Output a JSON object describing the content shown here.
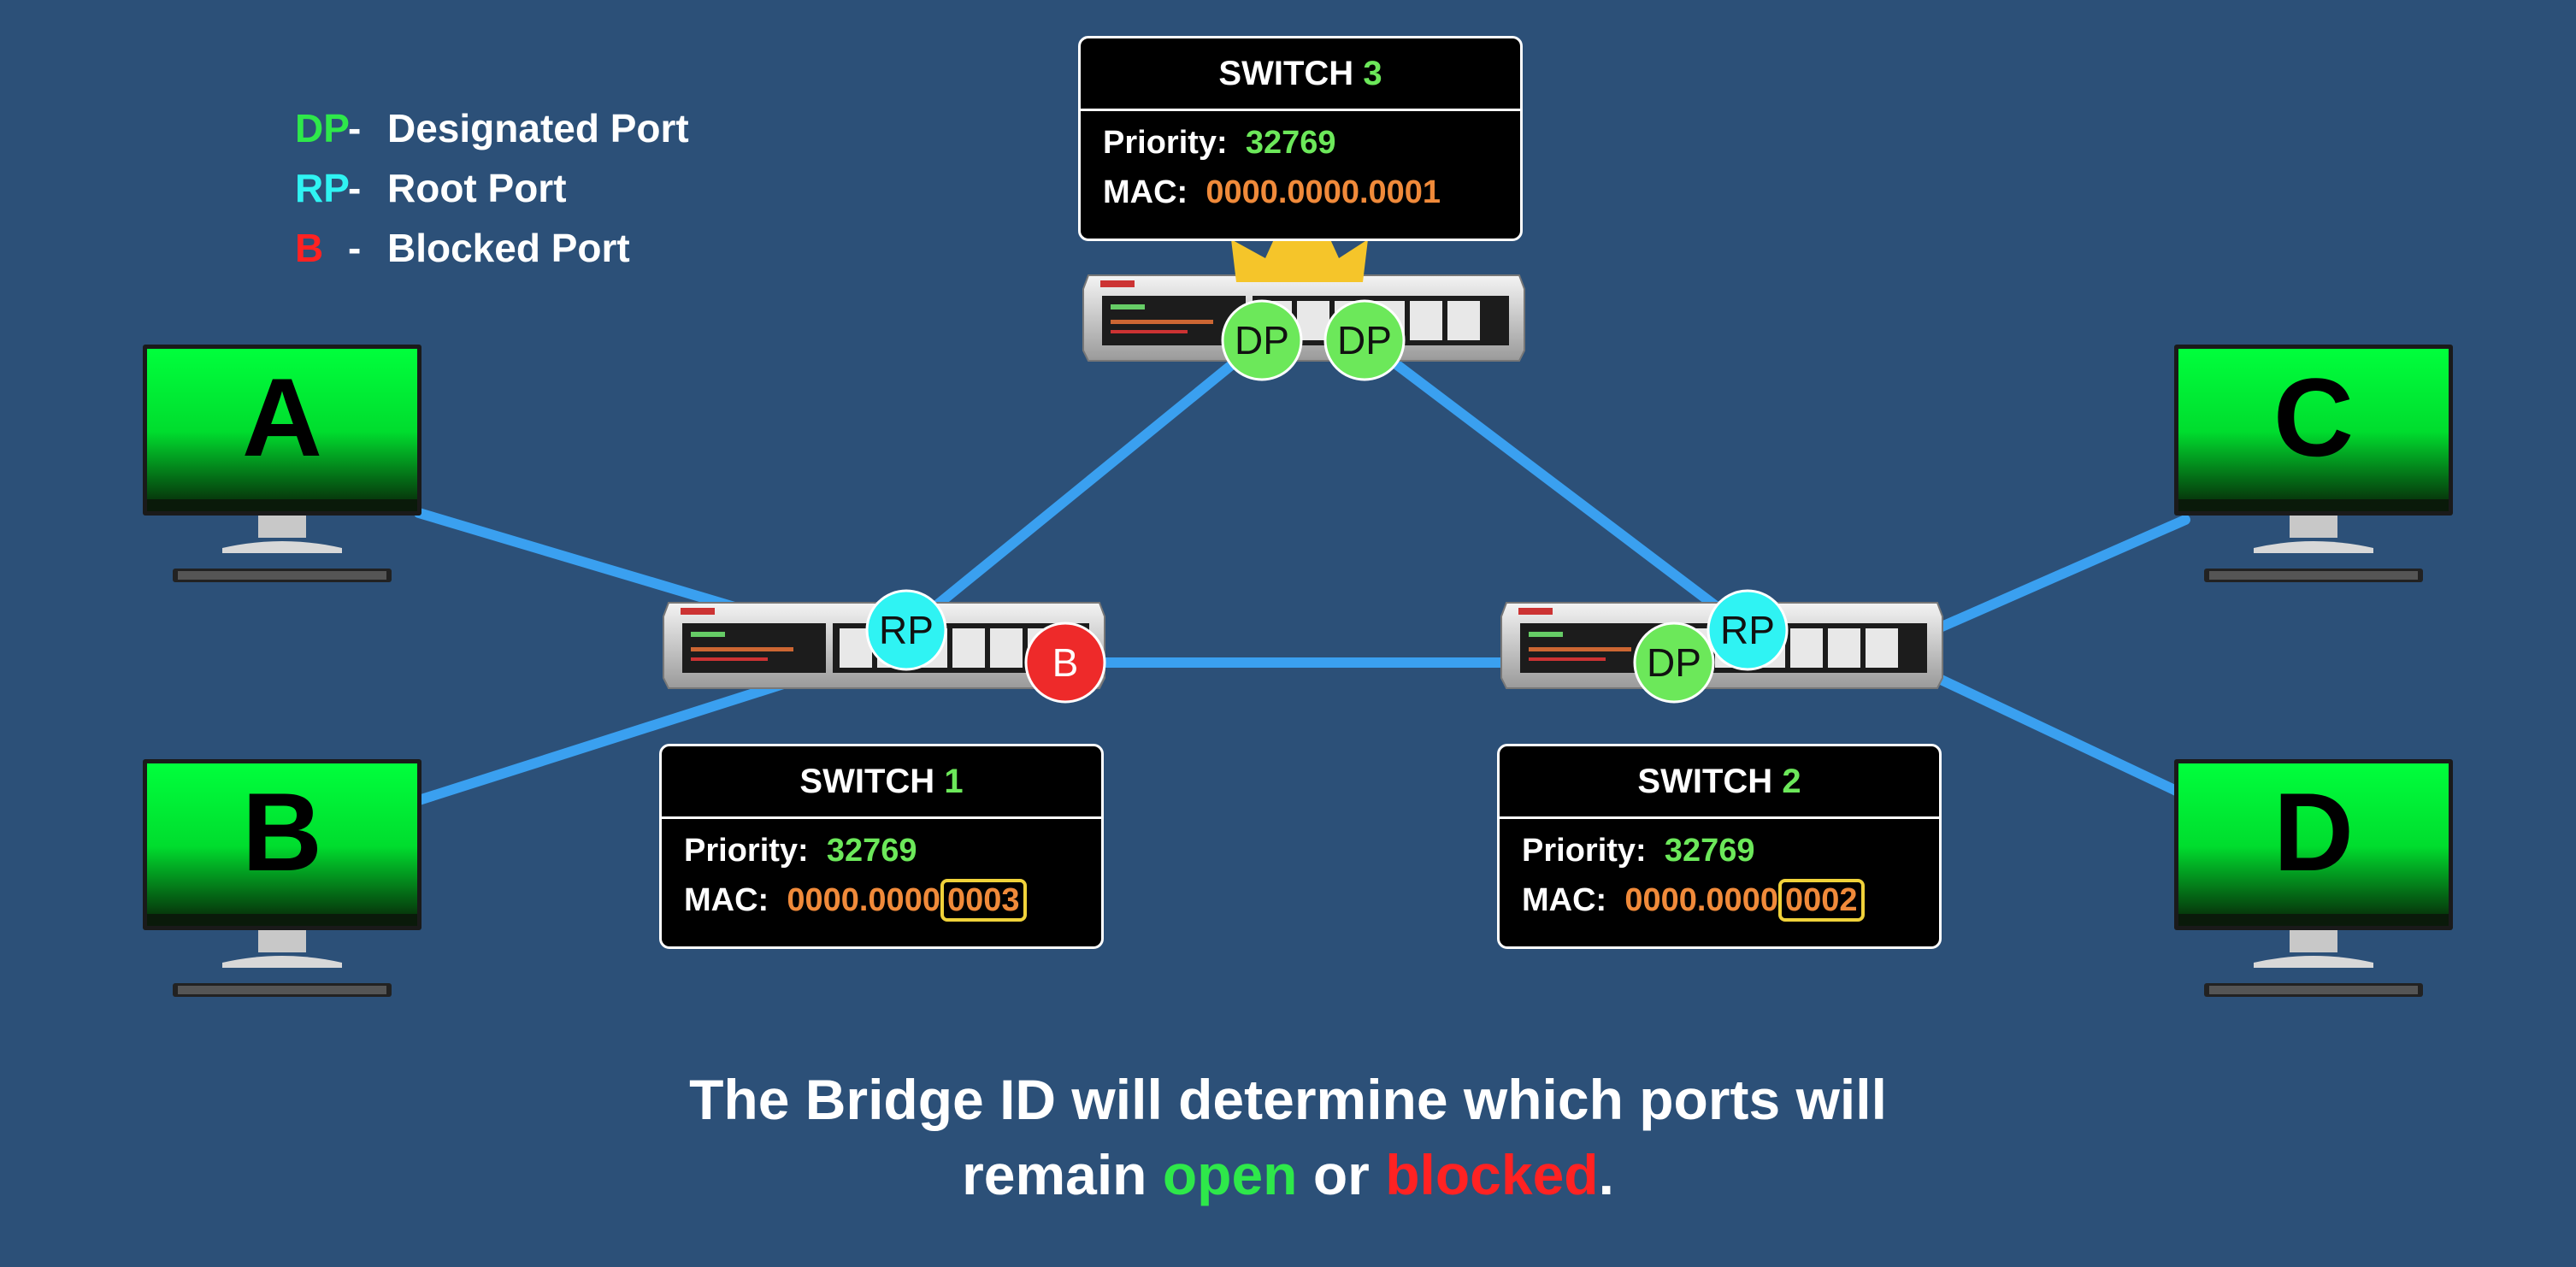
{
  "legend": [
    {
      "abbr": "DP",
      "label": "Designated Port",
      "color": "#2ee84a"
    },
    {
      "abbr": "RP",
      "label": "Root Port",
      "color": "#2ff3f3"
    },
    {
      "abbr": "B",
      "label": "Blocked Port",
      "color": "#ff2222"
    }
  ],
  "switches": {
    "s3": {
      "title": "SWITCH",
      "num": "3",
      "priority_label": "Priority:",
      "priority": "32769",
      "mac_label": "MAC:",
      "mac": "0000.0000.0001",
      "mac_prefix": "",
      "mac_suffix": ""
    },
    "s1": {
      "title": "SWITCH",
      "num": "1",
      "priority_label": "Priority:",
      "priority": "32769",
      "mac_label": "MAC:",
      "mac_prefix": "0000.0000",
      "mac_suffix": "0003"
    },
    "s2": {
      "title": "SWITCH",
      "num": "2",
      "priority_label": "Priority:",
      "priority": "32769",
      "mac_label": "MAC:",
      "mac_prefix": "0000.0000",
      "mac_suffix": "0002"
    }
  },
  "computers": {
    "a": "A",
    "b": "B",
    "c": "C",
    "d": "D"
  },
  "ports": {
    "dp": "DP",
    "rp": "RP",
    "b": "B"
  },
  "caption": {
    "line1": "The Bridge ID will determine which ports will",
    "line2_pre": "remain",
    "open": "open",
    "mid": "or",
    "blocked": "blocked",
    "end": "."
  },
  "colors": {
    "background": "#2c5078",
    "link": "#3aa0f0",
    "designated": "#6ce85a",
    "root": "#2ff3f3",
    "blocked": "#ee2a2a",
    "screen": "#00ee33",
    "crown": "#f5c52a",
    "mac": "#f08a3a",
    "highlight": "#f0d23a"
  }
}
